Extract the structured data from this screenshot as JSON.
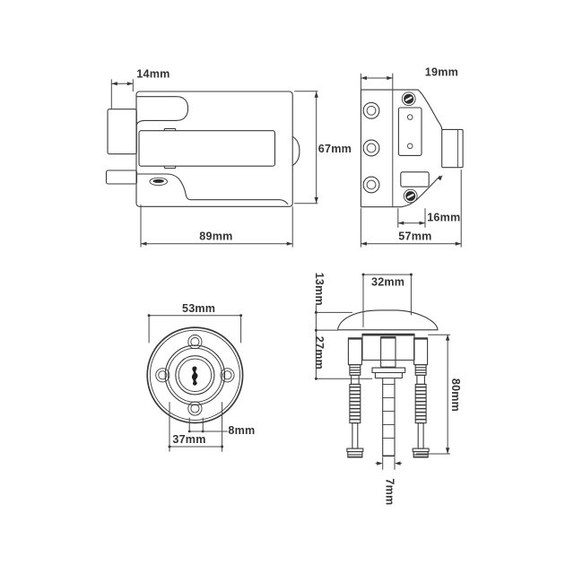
{
  "drawing": {
    "background": "#ffffff",
    "line_color": "#3a3a3a",
    "dimension_color": "#474747",
    "text_color": "#333333",
    "screw_fill": "#2d2d2d"
  },
  "views": {
    "body_side": {
      "dims": {
        "bolt_projection": "14mm",
        "case_height": "67mm",
        "case_width": "89mm"
      }
    },
    "body_rear": {
      "dims": {
        "backset": "19mm",
        "latch_width": "16mm",
        "case_depth": "57mm"
      }
    },
    "escutcheon": {
      "dims": {
        "outer_diameter": "53mm",
        "keyway_width": "8mm",
        "fixing_centres": "37mm"
      }
    },
    "cylinder": {
      "dims": {
        "head_width": "32mm",
        "head_height": "13mm",
        "body_depth": "27mm",
        "overall_length": "80mm",
        "tailbar_width": "7mm"
      }
    }
  }
}
